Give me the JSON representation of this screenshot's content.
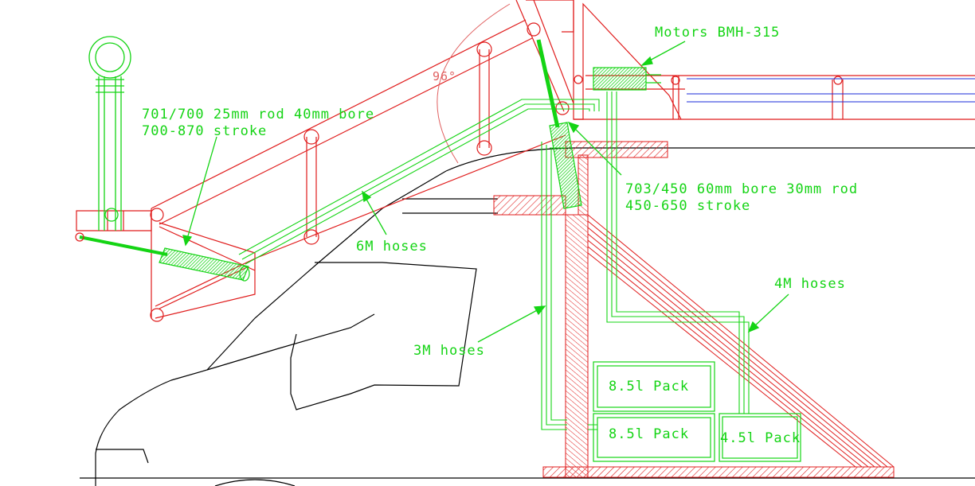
{
  "colors": {
    "frame": "#e01c1c",
    "hose": "#14d414",
    "vehicle": "#000000",
    "angle_arc": "#e06060",
    "blue_rail": "#1a2ad8",
    "background": "#ffffff"
  },
  "labels": {
    "motors": "Motors BMH-315",
    "cyl_small_1": "701/700 25mm rod 40mm bore",
    "cyl_small_2": "700-870 stroke",
    "cyl_large_1": "703/450 60mm bore 30mm rod",
    "cyl_large_2": "450-650 stroke",
    "hoses_6m": "6M hoses",
    "hoses_4m": "4M hoses",
    "hoses_3m": "3M hoses",
    "angle": "96°",
    "pack_top": "8.5l Pack",
    "pack_bottom": "8.5l Pack",
    "pack_small": "4.5l Pack"
  }
}
